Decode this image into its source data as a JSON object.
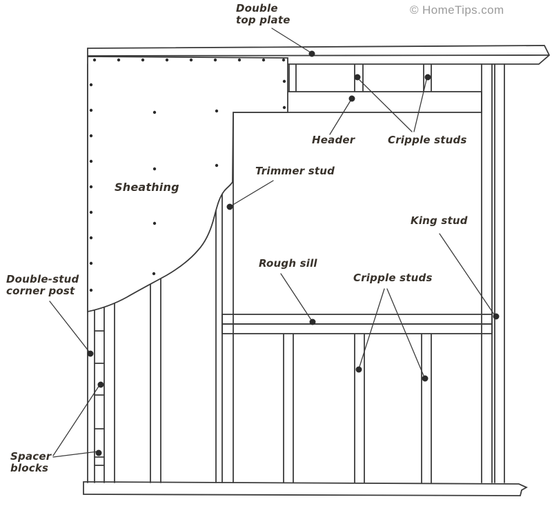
{
  "watermark": "© HomeTips.com",
  "colors": {
    "line": "#3a3a3a",
    "label_text": "#38322b",
    "watermark_text": "#9b9b9b",
    "callout_dot": "#2b2b2b",
    "background": "#ffffff"
  },
  "labels": {
    "double_top_plate": {
      "line1": "Double",
      "line2": "top plate"
    },
    "header": {
      "text": "Header"
    },
    "cripple_studs_top": {
      "text": "Cripple studs"
    },
    "sheathing": {
      "text": "Sheathing"
    },
    "trimmer_stud": {
      "text": "Trimmer stud"
    },
    "king_stud": {
      "text": "King stud"
    },
    "rough_sill": {
      "text": "Rough sill"
    },
    "cripple_studs_bottom": {
      "text": "Cripple studs"
    },
    "double_stud_corner_post": {
      "line1": "Double-stud",
      "line2": "corner post"
    },
    "spacer_blocks": {
      "line1": "Spacer",
      "line2": "blocks"
    }
  }
}
